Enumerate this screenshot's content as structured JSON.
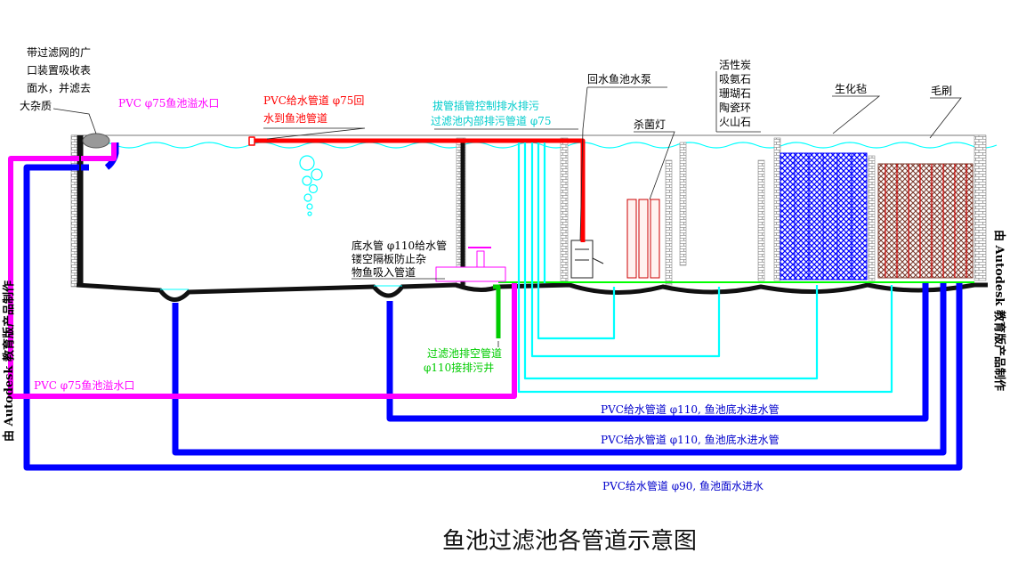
{
  "title": "鱼池过滤池各管道示意图",
  "watermark": "由 Autodesk 教育版产品制作",
  "colors": {
    "overflow_pipe": "#ff00ff",
    "return_pipe": "#ff0000",
    "drain_pipe": "#00ffff",
    "sewer_pipe": "#00cc00",
    "feed_pipe": "#0000ff",
    "wall": "#000000",
    "water": "#00ffff"
  },
  "labels": {
    "intake_note": [
      "带过滤网的广",
      "口装置吸收表",
      "面水，并滤去",
      "大杂质"
    ],
    "overflow_top": "PVC φ75鱼池溢水口",
    "return_pipe": [
      "PVC给水管道 φ75回",
      "水到鱼池管道"
    ],
    "drain_note": [
      "拔管插管控制排水排污",
      "过滤池内部排污管道 φ75"
    ],
    "pump": "回水鱼池水泵",
    "uv_lamp": "杀菌灯",
    "media": [
      "活性炭",
      "吸氨石",
      "珊瑚石",
      "陶瓷环",
      "火山石"
    ],
    "bio_felt": "生化毡",
    "brush": "毛刷",
    "bottom_drain": [
      "底水管 φ110给水管",
      "镂空隔板防止杂",
      "物鱼吸入管道"
    ],
    "sewer": [
      "过滤池排空管道",
      "φ110接排污井"
    ],
    "overflow_bottom": "PVC φ75鱼池溢水口",
    "feed1": "PVC给水管道 φ110, 鱼池底水进水管",
    "feed2": "PVC给水管道 φ110, 鱼池底水进水管",
    "feed3": "PVC给水管道 φ90, 鱼池面水进水"
  }
}
